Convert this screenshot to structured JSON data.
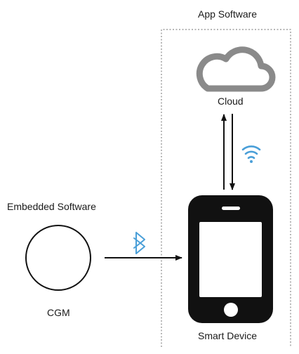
{
  "labels": {
    "app_software": "App Software",
    "cloud": "Cloud",
    "embedded_software": "Embedded Software",
    "cgm": "CGM",
    "smart_device": "Smart Device"
  },
  "colors": {
    "wireless_accent": "#4a9fd8",
    "cloud_outline": "#8a8a8a",
    "device_body": "#111111",
    "line": "#111111",
    "boundary": "#8a8a8a"
  },
  "icons": {
    "cloud": "cloud-icon",
    "wifi": "wifi-icon",
    "bluetooth": "bluetooth-icon",
    "device": "smartphone-icon",
    "cgm": "cgm-circle"
  }
}
